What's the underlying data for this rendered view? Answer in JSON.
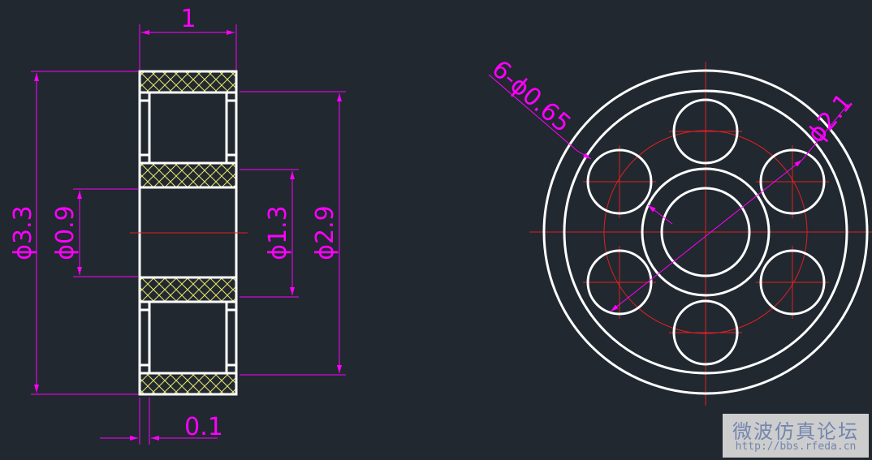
{
  "colors": {
    "background": "#212830",
    "outline": "#ffffff",
    "dimension": "#ff00ff",
    "centerline": "#e02020",
    "hatch": "#e8e86a"
  },
  "side_view": {
    "dim_width": "1",
    "dim_outer_diameter": "ϕ3.3",
    "dim_bore": "ϕ0.9",
    "dim_hub": "ϕ1.3",
    "dim_body": "ϕ2.9",
    "dim_step": "0.1"
  },
  "front_view": {
    "dim_holes": "6-ϕ0.65",
    "dim_pitch_circle": "ϕ2.1"
  },
  "watermark": {
    "title": "微波仿真论坛",
    "url": "http://bbs.rfeda.cn"
  }
}
